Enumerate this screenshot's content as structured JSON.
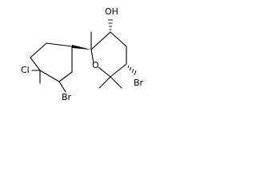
{
  "molecule": {
    "atoms": {
      "hydroxyl": "OH",
      "ring_oxygen": "O",
      "bromine_left": "Br",
      "bromine_right": "Br",
      "chlorine": "Cl"
    }
  }
}
